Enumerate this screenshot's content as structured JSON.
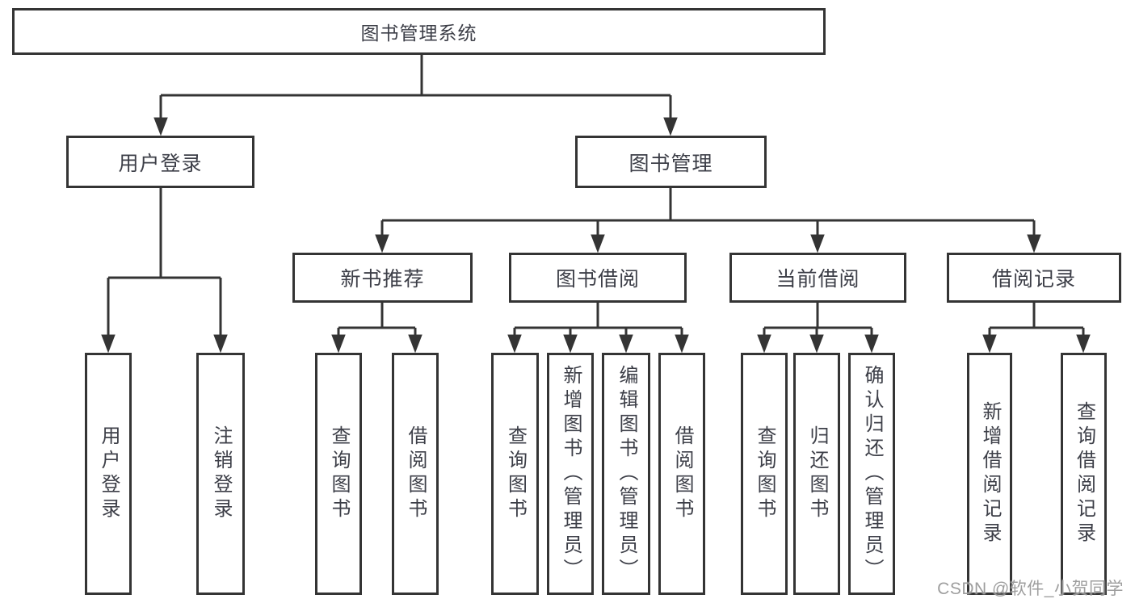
{
  "colors": {
    "line": "#343434",
    "text": "#3d3f48",
    "background": "#ffffff",
    "watermark": "#969696"
  },
  "tree": {
    "root": {
      "label": "图书管理系统"
    },
    "user_branch": {
      "label": "用户登录",
      "children": [
        {
          "label": "用户登录"
        },
        {
          "label": "注销登录"
        }
      ]
    },
    "book_branch": {
      "label": "图书管理",
      "children": [
        {
          "label": "新书推荐",
          "children": [
            {
              "label": "查询图书"
            },
            {
              "label": "借阅图书"
            }
          ]
        },
        {
          "label": "图书借阅",
          "children": [
            {
              "label": "查询图书"
            },
            {
              "label": "新增图书（管理员）"
            },
            {
              "label": "编辑图书（管理员）"
            },
            {
              "label": "借阅图书"
            }
          ]
        },
        {
          "label": "当前借阅",
          "children": [
            {
              "label": "查询图书"
            },
            {
              "label": "归还图书"
            },
            {
              "label": "确认归还（管理员）"
            }
          ]
        },
        {
          "label": "借阅记录",
          "children": [
            {
              "label": "新增借阅记录"
            },
            {
              "label": "查询借阅记录"
            }
          ]
        }
      ]
    }
  },
  "watermark": {
    "text": "CSDN @软件_小贺同学"
  }
}
